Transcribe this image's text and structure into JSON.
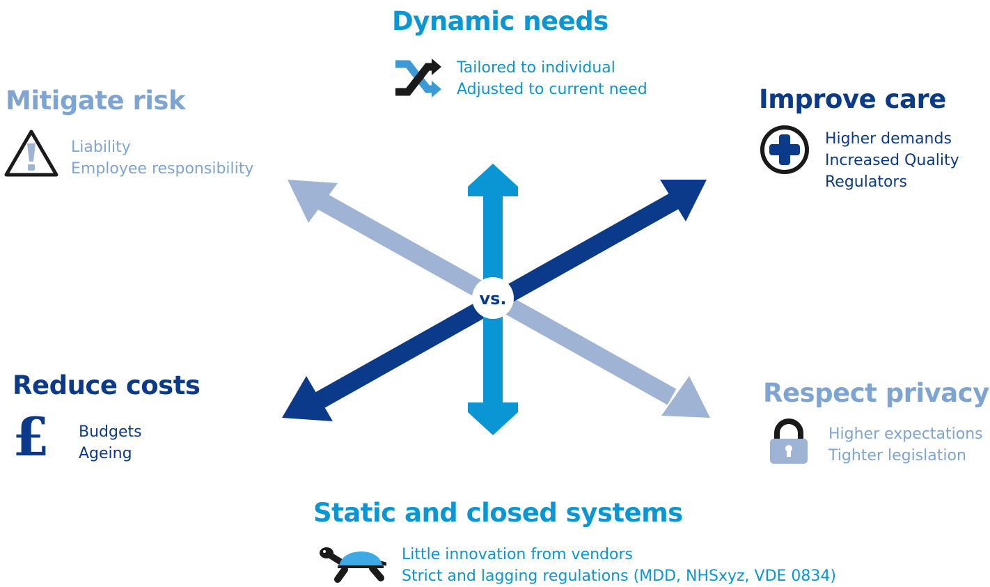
{
  "colors": {
    "mid_blue": "#0a96d4",
    "light_blue": "#9fb3d4",
    "dark_blue": "#0b3a8a",
    "black": "#1a1a1a"
  },
  "center_label": "vs.",
  "dynamic_needs": {
    "title": "Dynamic needs",
    "icon": "shuffle-arrows-icon",
    "lines": [
      "Tailored to individual",
      "Adjusted to current need"
    ]
  },
  "mitigate_risk": {
    "title": "Mitigate risk",
    "icon": "warning-triangle-icon",
    "lines": [
      "Liability",
      "Employee responsibility"
    ]
  },
  "improve_care": {
    "title": "Improve care",
    "icon": "medical-cross-icon",
    "lines": [
      "Higher demands",
      "Increased Quality",
      "Regulators"
    ]
  },
  "reduce_costs": {
    "title": "Reduce costs",
    "icon": "pound-sign-icon",
    "symbol": "£",
    "lines": [
      "Budgets",
      "Ageing"
    ]
  },
  "respect_privacy": {
    "title": "Respect privacy",
    "icon": "padlock-icon",
    "lines": [
      "Higher expectations",
      "Tighter legislation"
    ]
  },
  "static_systems": {
    "title": "Static and closed systems",
    "icon": "turtle-icon",
    "lines": [
      "Little innovation from vendors",
      "Strict and lagging regulations (MDD, NHSxyz, VDE 0834)"
    ]
  }
}
